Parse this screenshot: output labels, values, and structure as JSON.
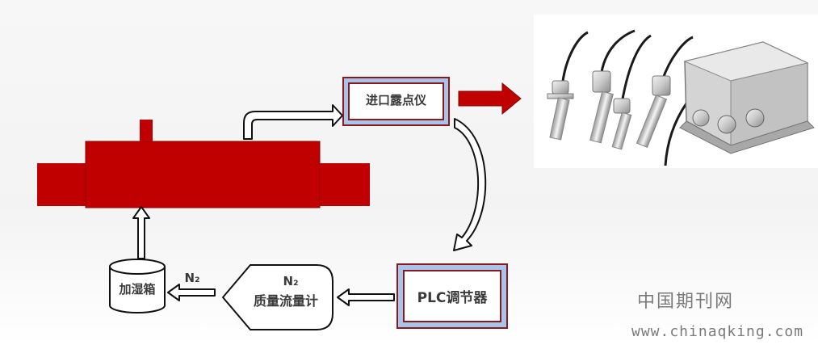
{
  "labels": {
    "inlet_dewpoint": "进口露点仪",
    "plc_controller": "PLC调节器",
    "mass_flow_n2": "N₂",
    "mass_flow_name": "质量流量计",
    "humidifier": "加湿箱",
    "n2_label": "N₂"
  },
  "watermark": {
    "name": "中国期刊网",
    "url": "www.chinaqking.com"
  },
  "colors": {
    "chamber_red": "#c00000",
    "arrow_red": "#c00000",
    "box_border_outer": "#8b1a1a",
    "box_border_inner": "#a9c4ec",
    "text": "#3a3a3a"
  }
}
